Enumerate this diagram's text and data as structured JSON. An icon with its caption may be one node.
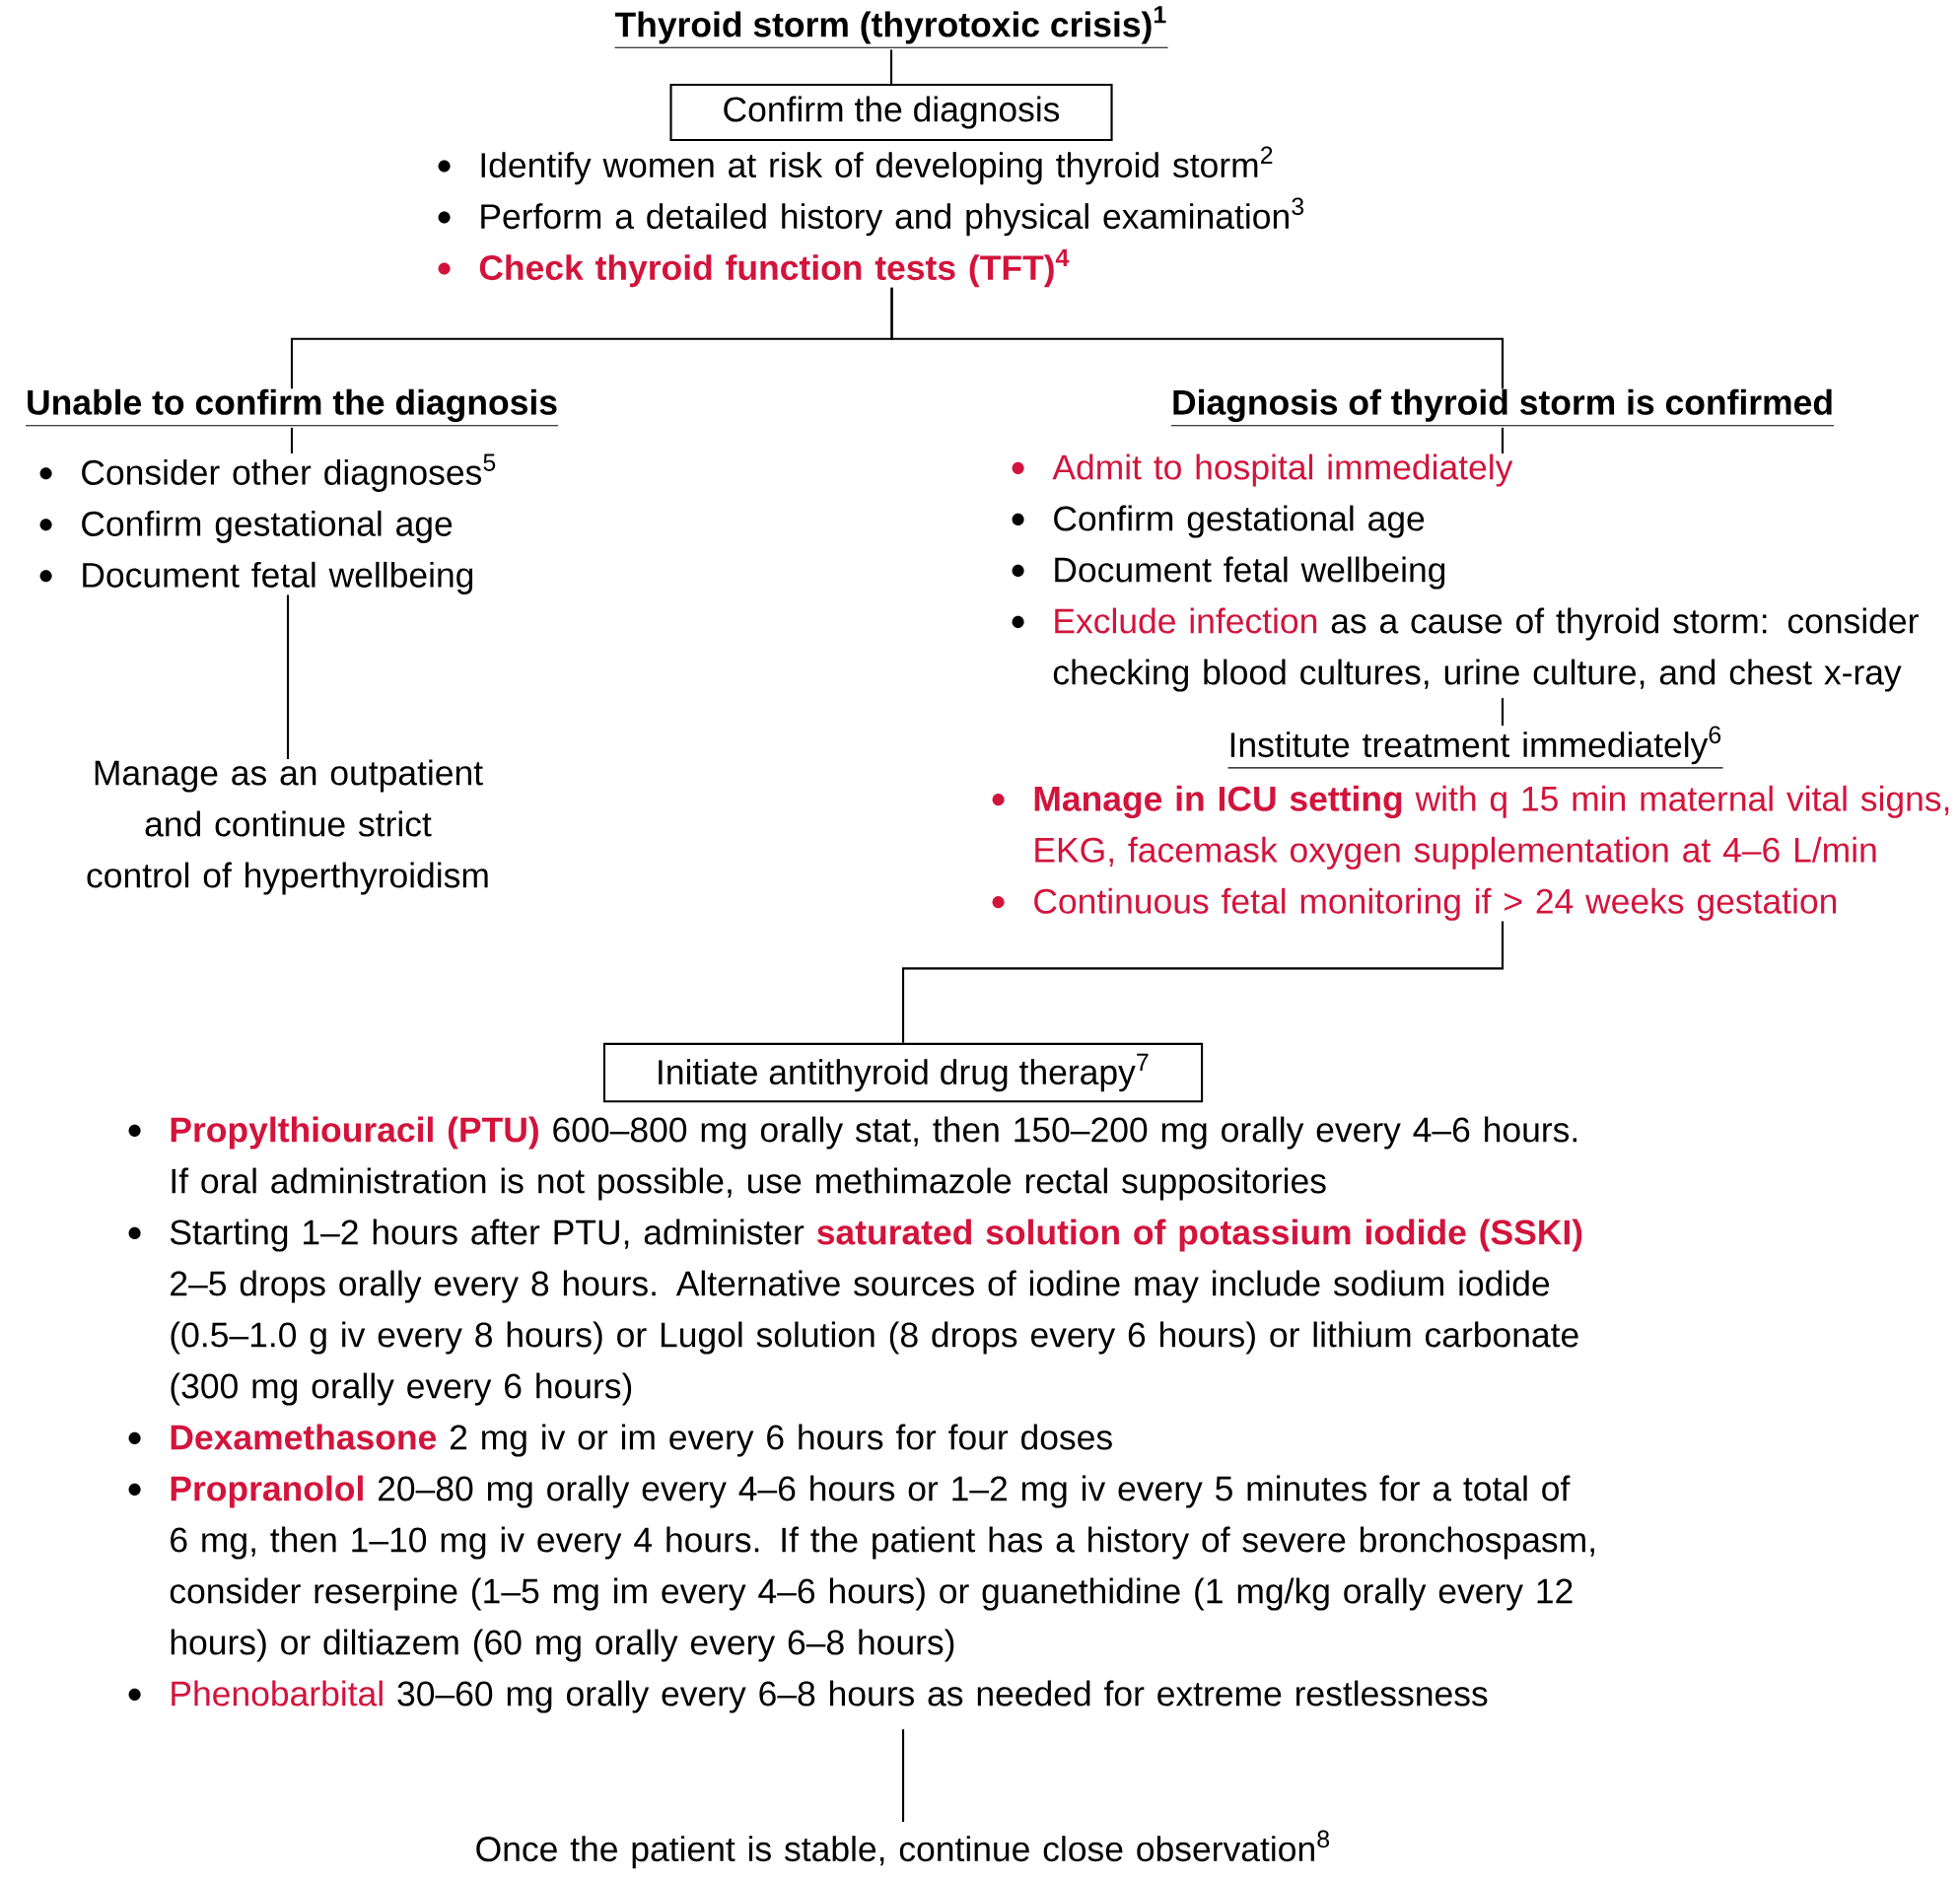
{
  "diagram": {
    "nodes": [
      {
        "text": [
          "Thyroid storm (thyrotoxic crisis)$^{1}$"
        ]
      },
      {
        "text": [
          "Confirm the diagnosis"
        ]
      },
      {
        "text": [
          "Identify women at risk of developing thyroid storm$^{2}$",
          "Perform a detailed history and physical examination$^{3}$",
          "Check thyroid function tests (TFT)$^{4}$"
        ]
      },
      {
        "text": [
          "Unable to confirm the diagnosis"
        ]
      },
      {
        "text": [
          "Consider other diagnoses$^{5}$",
          "Confirm gestational age",
          "Document fetal wellbeing"
        ]
      },
      {
        "text": [
          "Manage as an outpatient and continue strict control of hyperthyroidism"
        ]
      },
      {
        "text": [
          "Diagnosis of thyroid storm is confirmed"
        ]
      },
      {
        "text": [
          "Admit to hospital immediately",
          "Confirm gestational age",
          "Document fetal wellbeing",
          "Exclude infection",
          "as a cause of thyroid storm: consider checking blood cultures, urine culture, and chest x-ray"
        ]
      },
      {
        "text": [
          "Institute treatment immediately$^{6}$",
          "**Manage in ICU setting** with q 15 min maternal vital signs, EKG, facemask oxygen supplementation at 4–6 L/min",
          "Continuous fetal monitoring if > 24 weeks gestation"
        ]
      },
      {
        "text": [
          "Initiate antithyroid drug therapy$^{7}$"
        ]
      },
      {
        "text": [
          "**Propylthiouracil (PTU)** 600–800 mg orally stat, then 150–200 mg orally every 4–6 hours. If oral administration is not possible, use methimazole rectal suppositories",
          "Starting 1–2 hours after PTU, administer **saturated solution of potassium iodide (SSKI)** 2–5 drops orally every 8 hours. Alternative sources of iodine may include sodium iodide (0.5–1.0 g iv every 8 hours) or Lugol solution (8 drops every 6 hours) or lithium carbonate (300 mg orally every 6 hours)",
          "**Dexamethasone** 2 mg iv or im every 6 hours for four doses",
          "**Propranolol** 20–80 mg orally every 4–6 hours or 1–2 mg iv every 5 minutes for a total of 6 mg, then 1–10 mg iv every 4 hours. If the patient has a history of severe bronchospasm, consider reserpine (1–5 mg im every 4–6 hours) or guanethidine (1 mg/kg orally every 12 hours) or diltiazem (60 mg orally every 6–8 hours)",
          "Phenobarbital",
          "30–60 mg orally every 6–8 hours as needed for extreme restlessness"
        ]
      },
      {
        "text": [
          "Once the patient is stable, continue close observation$^{8}$"
        ]
      }
    ],
    "edges": [
      {
        "from": 0,
        "to": 1,
        "arrow": "none"
      },
      {
        "from": 2,
        "to": 3,
        "arrow": "none"
      },
      {
        "from": 2,
        "to": 6,
        "arrow": "none"
      },
      {
        "from": 3,
        "to": 4,
        "arrow": "none"
      },
      {
        "from": 4,
        "to": 5,
        "arrow": "none"
      },
      {
        "from": 6,
        "to": 7,
        "arrow": "none"
      },
      {
        "from": 7,
        "to": 8,
        "arrow": "none"
      },
      {
        "from": 8,
        "to": 9,
        "arrow": "none"
      },
      {
        "from": 10,
        "to": 11,
        "arrow": "none"
      }
    ]
  }
}
